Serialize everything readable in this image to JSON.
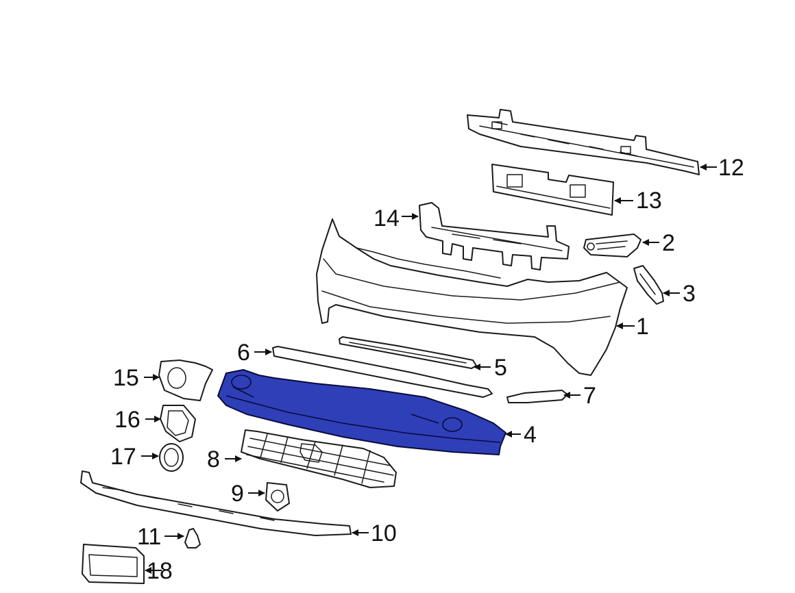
{
  "highlight_color": "#2e3fb8",
  "callouts": [
    {
      "id": "1",
      "text": "1"
    },
    {
      "id": "2",
      "text": "2"
    },
    {
      "id": "3",
      "text": "3"
    },
    {
      "id": "4",
      "text": "4"
    },
    {
      "id": "5",
      "text": "5"
    },
    {
      "id": "6",
      "text": "6"
    },
    {
      "id": "7",
      "text": "7"
    },
    {
      "id": "8",
      "text": "8"
    },
    {
      "id": "9",
      "text": "9"
    },
    {
      "id": "10",
      "text": "10"
    },
    {
      "id": "11",
      "text": "11"
    },
    {
      "id": "12",
      "text": "12"
    },
    {
      "id": "13",
      "text": "13"
    },
    {
      "id": "14",
      "text": "14"
    },
    {
      "id": "15",
      "text": "15"
    },
    {
      "id": "16",
      "text": "16"
    },
    {
      "id": "17",
      "text": "17"
    },
    {
      "id": "18",
      "text": "18"
    }
  ]
}
